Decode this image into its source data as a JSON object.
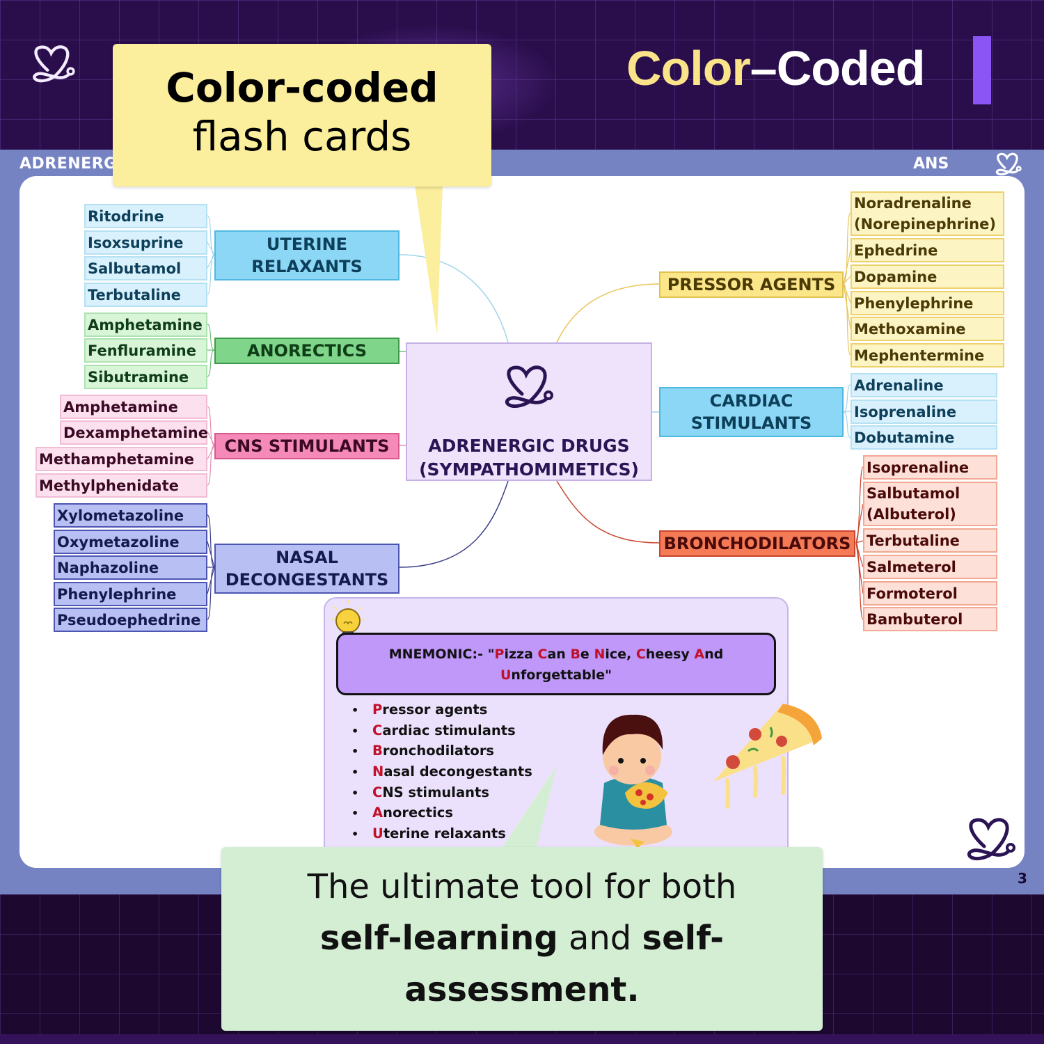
{
  "headline": {
    "part1": "Color",
    "dash": "–",
    "part2": "Coded"
  },
  "callouts": {
    "top": {
      "line1": "Color-coded",
      "line2": "flash cards"
    },
    "bottom": {
      "line1": "The ultimate tool for both",
      "bold1": "self-learning",
      "mid": " and ",
      "bold2": "self-",
      "bold3": "assessment."
    }
  },
  "card": {
    "header_left": "ADRENERG",
    "header_right": "ANS",
    "page_number": "3"
  },
  "mindmap": {
    "center": {
      "line1": "ADRENERGIC DRUGS",
      "line2": "(SYMPATHOMIMETICS)",
      "icon": "heart-stethoscope-icon"
    },
    "branches": [
      {
        "name": "uterine-relaxants",
        "label_line1": "UTERINE",
        "label_line2": "RELAXANTS",
        "side": "left",
        "color": "#8bd7f5",
        "line_color": "#9fd6ea",
        "items": [
          "Ritodrine",
          "Isoxsuprine",
          "Salbutamol",
          "Terbutaline"
        ]
      },
      {
        "name": "anorectics",
        "label_line1": "ANORECTICS",
        "label_line2": "",
        "side": "left",
        "color": "#7fd58a",
        "line_color": "#6cbf78",
        "items": [
          "Amphetamine",
          "Fenfluramine",
          "Sibutramine"
        ]
      },
      {
        "name": "cns-stimulants",
        "label_line1": "CNS STIMULANTS",
        "label_line2": "",
        "side": "left",
        "color": "#f58ab8",
        "line_color": "#e78fb6",
        "items": [
          "Amphetamine",
          "Dexamphetamine",
          "Methamphetamine",
          "Methylphenidate"
        ]
      },
      {
        "name": "nasal-decongestants",
        "label_line1": "NASAL",
        "label_line2": "DECONGESTANTS",
        "side": "left",
        "color": "#b8c0f3",
        "line_color": "#3d3f88",
        "items": [
          "Xylometazoline",
          "Oxymetazoline",
          "Naphazoline",
          "Phenylephrine",
          "Pseudoephedrine"
        ]
      },
      {
        "name": "pressor-agents",
        "label_line1": "PRESSOR AGENTS",
        "label_line2": "",
        "side": "right",
        "color": "#fbe68a",
        "line_color": "#e9c456",
        "items": [
          "Noradrenaline\n(Norepinephrine)",
          "Ephedrine",
          "Dopamine",
          "Phenylephrine",
          "Methoxamine",
          "Mephentermine"
        ]
      },
      {
        "name": "cardiac-stimulants",
        "label_line1": "CARDIAC",
        "label_line2": "STIMULANTS",
        "side": "right",
        "color": "#8bd7f5",
        "line_color": "#9fd6ea",
        "items": [
          "Adrenaline",
          "Isoprenaline",
          "Dobutamine"
        ]
      },
      {
        "name": "bronchodilators",
        "label_line1": "BRONCHODILATORS",
        "label_line2": "",
        "side": "right",
        "color": "#f47b56",
        "line_color": "#c9452e",
        "items": [
          "Isoprenaline",
          "Salbutamol\n(Albuterol)",
          "Terbutaline",
          "Salmeterol",
          "Formoterol",
          "Bambuterol"
        ]
      }
    ]
  },
  "mnemonic": {
    "prefix": "MNEMONIC:- \"",
    "phrase_words": [
      {
        "first": "P",
        "rest": "izza "
      },
      {
        "first": "C",
        "rest": "an "
      },
      {
        "first": "B",
        "rest": "e "
      },
      {
        "first": "N",
        "rest": "ice, "
      },
      {
        "first": "C",
        "rest": "heesy "
      },
      {
        "first": "A",
        "rest": "nd"
      },
      {
        "first": "U",
        "rest": "nforgettable\""
      }
    ],
    "list": [
      {
        "first": "P",
        "rest": "ressor agents"
      },
      {
        "first": "C",
        "rest": "ardiac stimulants"
      },
      {
        "first": "B",
        "rest": "ronchodilators"
      },
      {
        "first": "N",
        "rest": "asal decongestants"
      },
      {
        "first": "C",
        "rest": "NS stimulants"
      },
      {
        "first": "A",
        "rest": "norectics"
      },
      {
        "first": "U",
        "rest": "terine relaxants"
      }
    ],
    "bullet": "•",
    "icons": [
      "lightbulb-icon",
      "boy-eating-pizza-illustration",
      "pizza-slice-illustration"
    ]
  },
  "colors": {
    "bg_dark": "#2a0e4c",
    "frame": "#7683c3",
    "headline_yellow": "#fbe38a",
    "accent_bar": "#8b55f5",
    "callout_yellow": "#fbee9c",
    "callout_green": "#d4eed3",
    "mnemonic_highlight": "#c1102a"
  }
}
